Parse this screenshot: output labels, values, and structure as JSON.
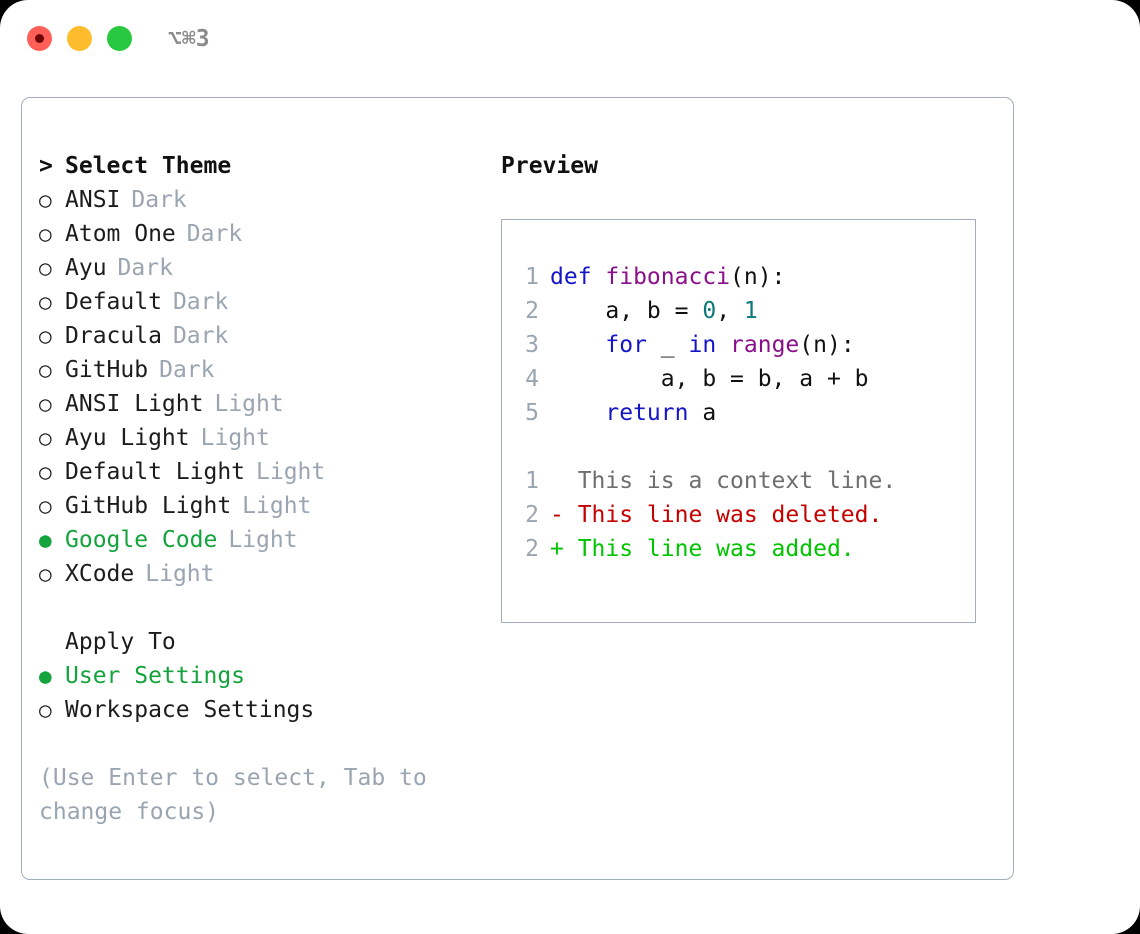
{
  "titlebar": {
    "lights": [
      {
        "name": "close",
        "color": "#ff5f57"
      },
      {
        "name": "minimize",
        "color": "#ffbd2e"
      },
      {
        "name": "maximize",
        "color": "#28c840"
      }
    ],
    "shortcut": "⌥⌘3"
  },
  "theme_picker": {
    "header_marker": ">",
    "header": "Select Theme",
    "radio_off": "○",
    "radio_on": "●",
    "items": [
      {
        "label": "ANSI",
        "variant": "Dark",
        "selected": false
      },
      {
        "label": "Atom One",
        "variant": "Dark",
        "selected": false
      },
      {
        "label": "Ayu",
        "variant": "Dark",
        "selected": false
      },
      {
        "label": "Default",
        "variant": "Dark",
        "selected": false
      },
      {
        "label": "Dracula",
        "variant": "Dark",
        "selected": false
      },
      {
        "label": "GitHub",
        "variant": "Dark",
        "selected": false
      },
      {
        "label": "ANSI Light",
        "variant": "Light",
        "selected": false
      },
      {
        "label": "Ayu Light",
        "variant": "Light",
        "selected": false
      },
      {
        "label": "Default Light",
        "variant": "Light",
        "selected": false
      },
      {
        "label": "GitHub Light",
        "variant": "Light",
        "selected": false
      },
      {
        "label": "Google Code",
        "variant": "Light",
        "selected": true
      },
      {
        "label": "XCode",
        "variant": "Light",
        "selected": false
      }
    ]
  },
  "apply_to": {
    "header": "Apply To",
    "items": [
      {
        "label": "User Settings",
        "selected": true
      },
      {
        "label": "Workspace Settings",
        "selected": false
      }
    ]
  },
  "hint": "(Use Enter to select, Tab to change focus)",
  "preview": {
    "title": "Preview",
    "code_lines": [
      {
        "no": "1",
        "tokens": [
          {
            "t": "def ",
            "c": "kw"
          },
          {
            "t": "fibonacci",
            "c": "fn"
          },
          {
            "t": "(n):",
            "c": "plain"
          }
        ]
      },
      {
        "no": "2",
        "tokens": [
          {
            "t": "    a, b = ",
            "c": "plain"
          },
          {
            "t": "0",
            "c": "num"
          },
          {
            "t": ", ",
            "c": "plain"
          },
          {
            "t": "1",
            "c": "num"
          }
        ]
      },
      {
        "no": "3",
        "tokens": [
          {
            "t": "    ",
            "c": "plain"
          },
          {
            "t": "for",
            "c": "kw"
          },
          {
            "t": " _ ",
            "c": "plain"
          },
          {
            "t": "in",
            "c": "kw"
          },
          {
            "t": " ",
            "c": "plain"
          },
          {
            "t": "range",
            "c": "fn"
          },
          {
            "t": "(n):",
            "c": "plain"
          }
        ]
      },
      {
        "no": "4",
        "tokens": [
          {
            "t": "        a, b = b, a + b",
            "c": "plain"
          }
        ]
      },
      {
        "no": "5",
        "tokens": [
          {
            "t": "    ",
            "c": "plain"
          },
          {
            "t": "return",
            "c": "kw"
          },
          {
            "t": " a",
            "c": "plain"
          }
        ]
      }
    ],
    "diff_lines": [
      {
        "no": "1",
        "text": "  This is a context line.",
        "kind": "ctx"
      },
      {
        "no": "2",
        "text": "- This line was deleted.",
        "kind": "del"
      },
      {
        "no": "2",
        "text": "+ This line was added.",
        "kind": "add"
      }
    ]
  },
  "colors": {
    "accent_green": "#14a33c",
    "muted": "#9aa5b1",
    "border": "#a3adbb",
    "keyword": "#1414c8",
    "function": "#8a0f8a",
    "number": "#0c7a7a",
    "diff_delete": "#c40000",
    "diff_add": "#00c400"
  }
}
